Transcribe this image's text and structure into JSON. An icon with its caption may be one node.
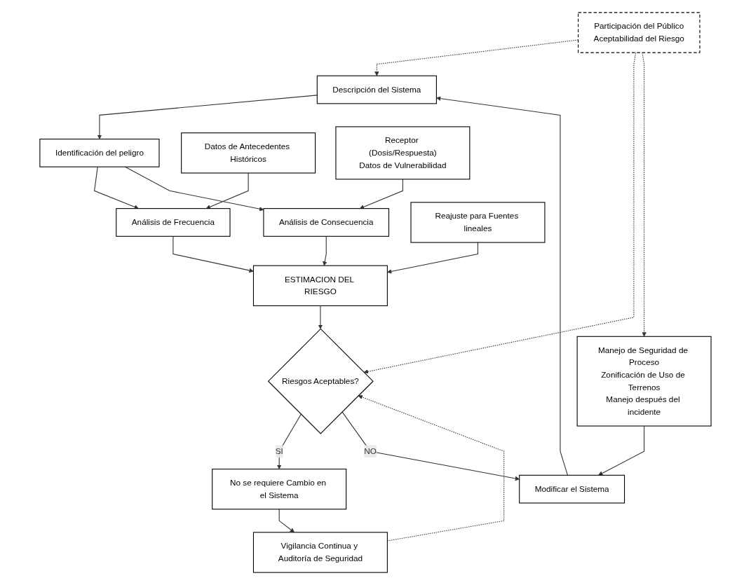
{
  "diagram": {
    "nodes": [
      {
        "text": [
          "Descripción del Sistema"
        ]
      },
      {
        "text": [
          "Identificación del peligro"
        ]
      },
      {
        "text": [
          "Datos de Antecedentes Históricos"
        ]
      },
      {
        "text": [
          "Receptor (Dosis/Respuesta)",
          "Datos de Vulnerabilidad"
        ]
      },
      {
        "text": [
          "Análisis de Frecuencia"
        ]
      },
      {
        "text": [
          "Análisis de Consecuencia"
        ]
      },
      {
        "text": [
          "Participación del Público",
          "Aceptabilidad del Riesgo"
        ]
      },
      {
        "text": [
          "ESTIMACION DEL RIESGO"
        ]
      },
      {
        "text": [
          "Reajuste para Fuentes lineales"
        ]
      },
      {
        "text": [
          "Riesgos Aceptables?"
        ]
      },
      {
        "text": [
          "No se requiere Cambio en el Sistema"
        ]
      },
      {
        "text": [
          "Manejo de Seguridad de Proceso",
          "Zonificación de Uso de Terrenos",
          "Manejo después del incidente"
        ]
      },
      {
        "text": [
          "Vigilancia Continua y Auditoría de Seguridad"
        ]
      },
      {
        "text": [
          "Modificar el Sistema"
        ]
      }
    ],
    "edges": [
      {
        "from": 0,
        "to": 1,
        "arrow": "to"
      },
      {
        "from": 1,
        "to": 4,
        "arrow": "to"
      },
      {
        "from": 1,
        "to": 5,
        "arrow": "to"
      },
      {
        "from": 2,
        "to": 4,
        "arrow": "to"
      },
      {
        "from": 3,
        "to": 5,
        "arrow": "to"
      },
      {
        "from": 4,
        "to": 7,
        "arrow": "to"
      },
      {
        "from": 5,
        "to": 7,
        "arrow": "to"
      },
      {
        "from": 8,
        "to": 7,
        "arrow": "to"
      },
      {
        "from": 7,
        "to": 9,
        "arrow": "to"
      },
      {
        "from": 9,
        "to": 10,
        "arrow": "to",
        "label": "SI"
      },
      {
        "from": 9,
        "to": 13,
        "arrow": "to",
        "label": "NO"
      },
      {
        "from": 10,
        "to": 12,
        "arrow": "to"
      },
      {
        "from": 12,
        "to": 9,
        "arrow": "to",
        "style": "dashed"
      },
      {
        "from": 6,
        "to": 0,
        "arrow": "to",
        "style": "dashed"
      },
      {
        "from": 6,
        "to": 9,
        "arrow": "to",
        "style": "dashed"
      },
      {
        "from": 6,
        "to": 11,
        "arrow": "to",
        "style": "dashed"
      },
      {
        "from": 11,
        "to": 13,
        "arrow": "to"
      },
      {
        "from": 13,
        "to": 0,
        "arrow": "to"
      }
    ]
  }
}
